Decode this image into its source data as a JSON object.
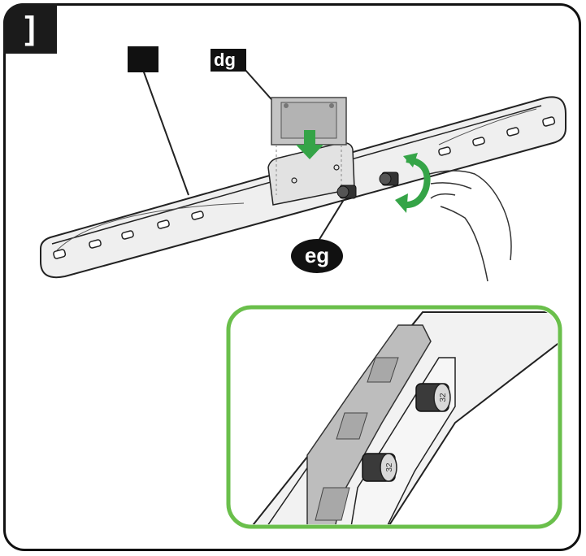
{
  "step": {
    "number": "]"
  },
  "labels": {
    "part_a": "",
    "part_b": "dg",
    "part_c": "eg"
  },
  "knob": {
    "marking": "32"
  },
  "colors": {
    "frame": "#111111",
    "label_bg": "#111111",
    "label_text": "#ffffff",
    "arrow_green": "#35a447",
    "zoom_border": "#6abf4b",
    "line_art": "#222222",
    "bracket_fill": "#ebebeb",
    "plate_fill": "#bfbfbf"
  },
  "icons": [
    "rotate-arrow-icon",
    "down-arrow-icon",
    "hand-icon",
    "knob-icon"
  ]
}
